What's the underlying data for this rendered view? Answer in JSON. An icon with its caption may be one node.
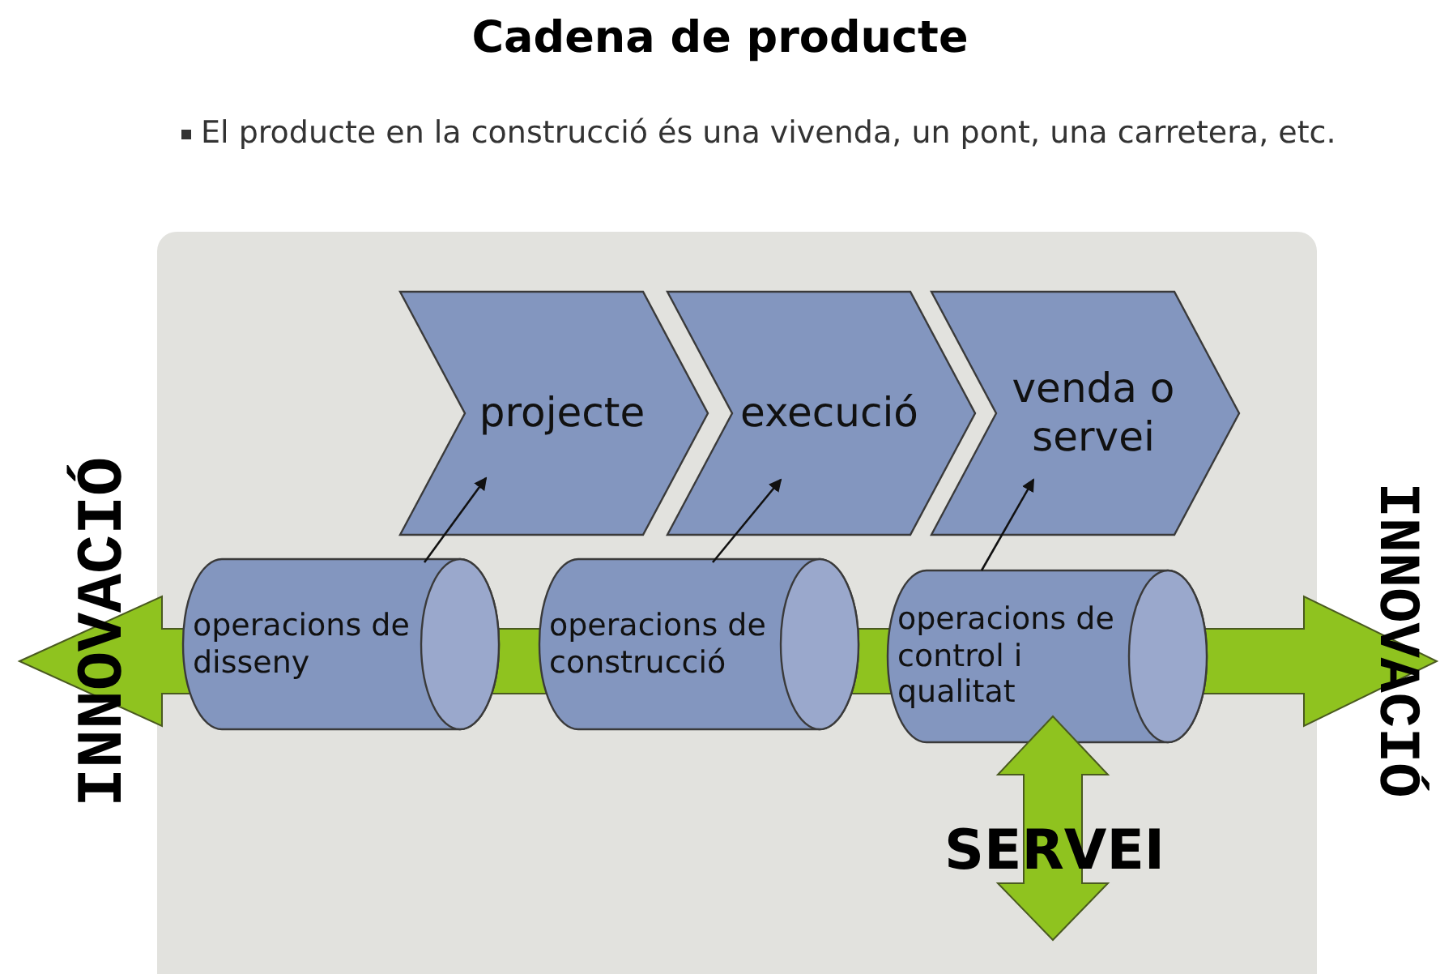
{
  "diagram": {
    "title": "Cadena de producte",
    "nodes": [
      {
        "text": [
          "projecte"
        ]
      },
      {
        "text": [
          "execució"
        ]
      },
      {
        "text": [
          "venda o servei"
        ]
      },
      {
        "text": [
          "operacions de disseny"
        ]
      },
      {
        "text": [
          "operacions de construcció"
        ]
      },
      {
        "text": [
          "operacions de control i qualitat"
        ]
      }
    ],
    "edges": [
      {
        "from": 3,
        "to": 0,
        "arrow": "to"
      },
      {
        "from": 4,
        "to": 1,
        "arrow": "to"
      },
      {
        "from": 5,
        "to": 2,
        "arrow": "to"
      }
    ],
    "labels": [
      "El producte en la construcció és una vivenda, un pont, una carretera, etc.",
      "INNOVACIÓ",
      "INNOVACIÓ",
      "SERVEI"
    ]
  }
}
